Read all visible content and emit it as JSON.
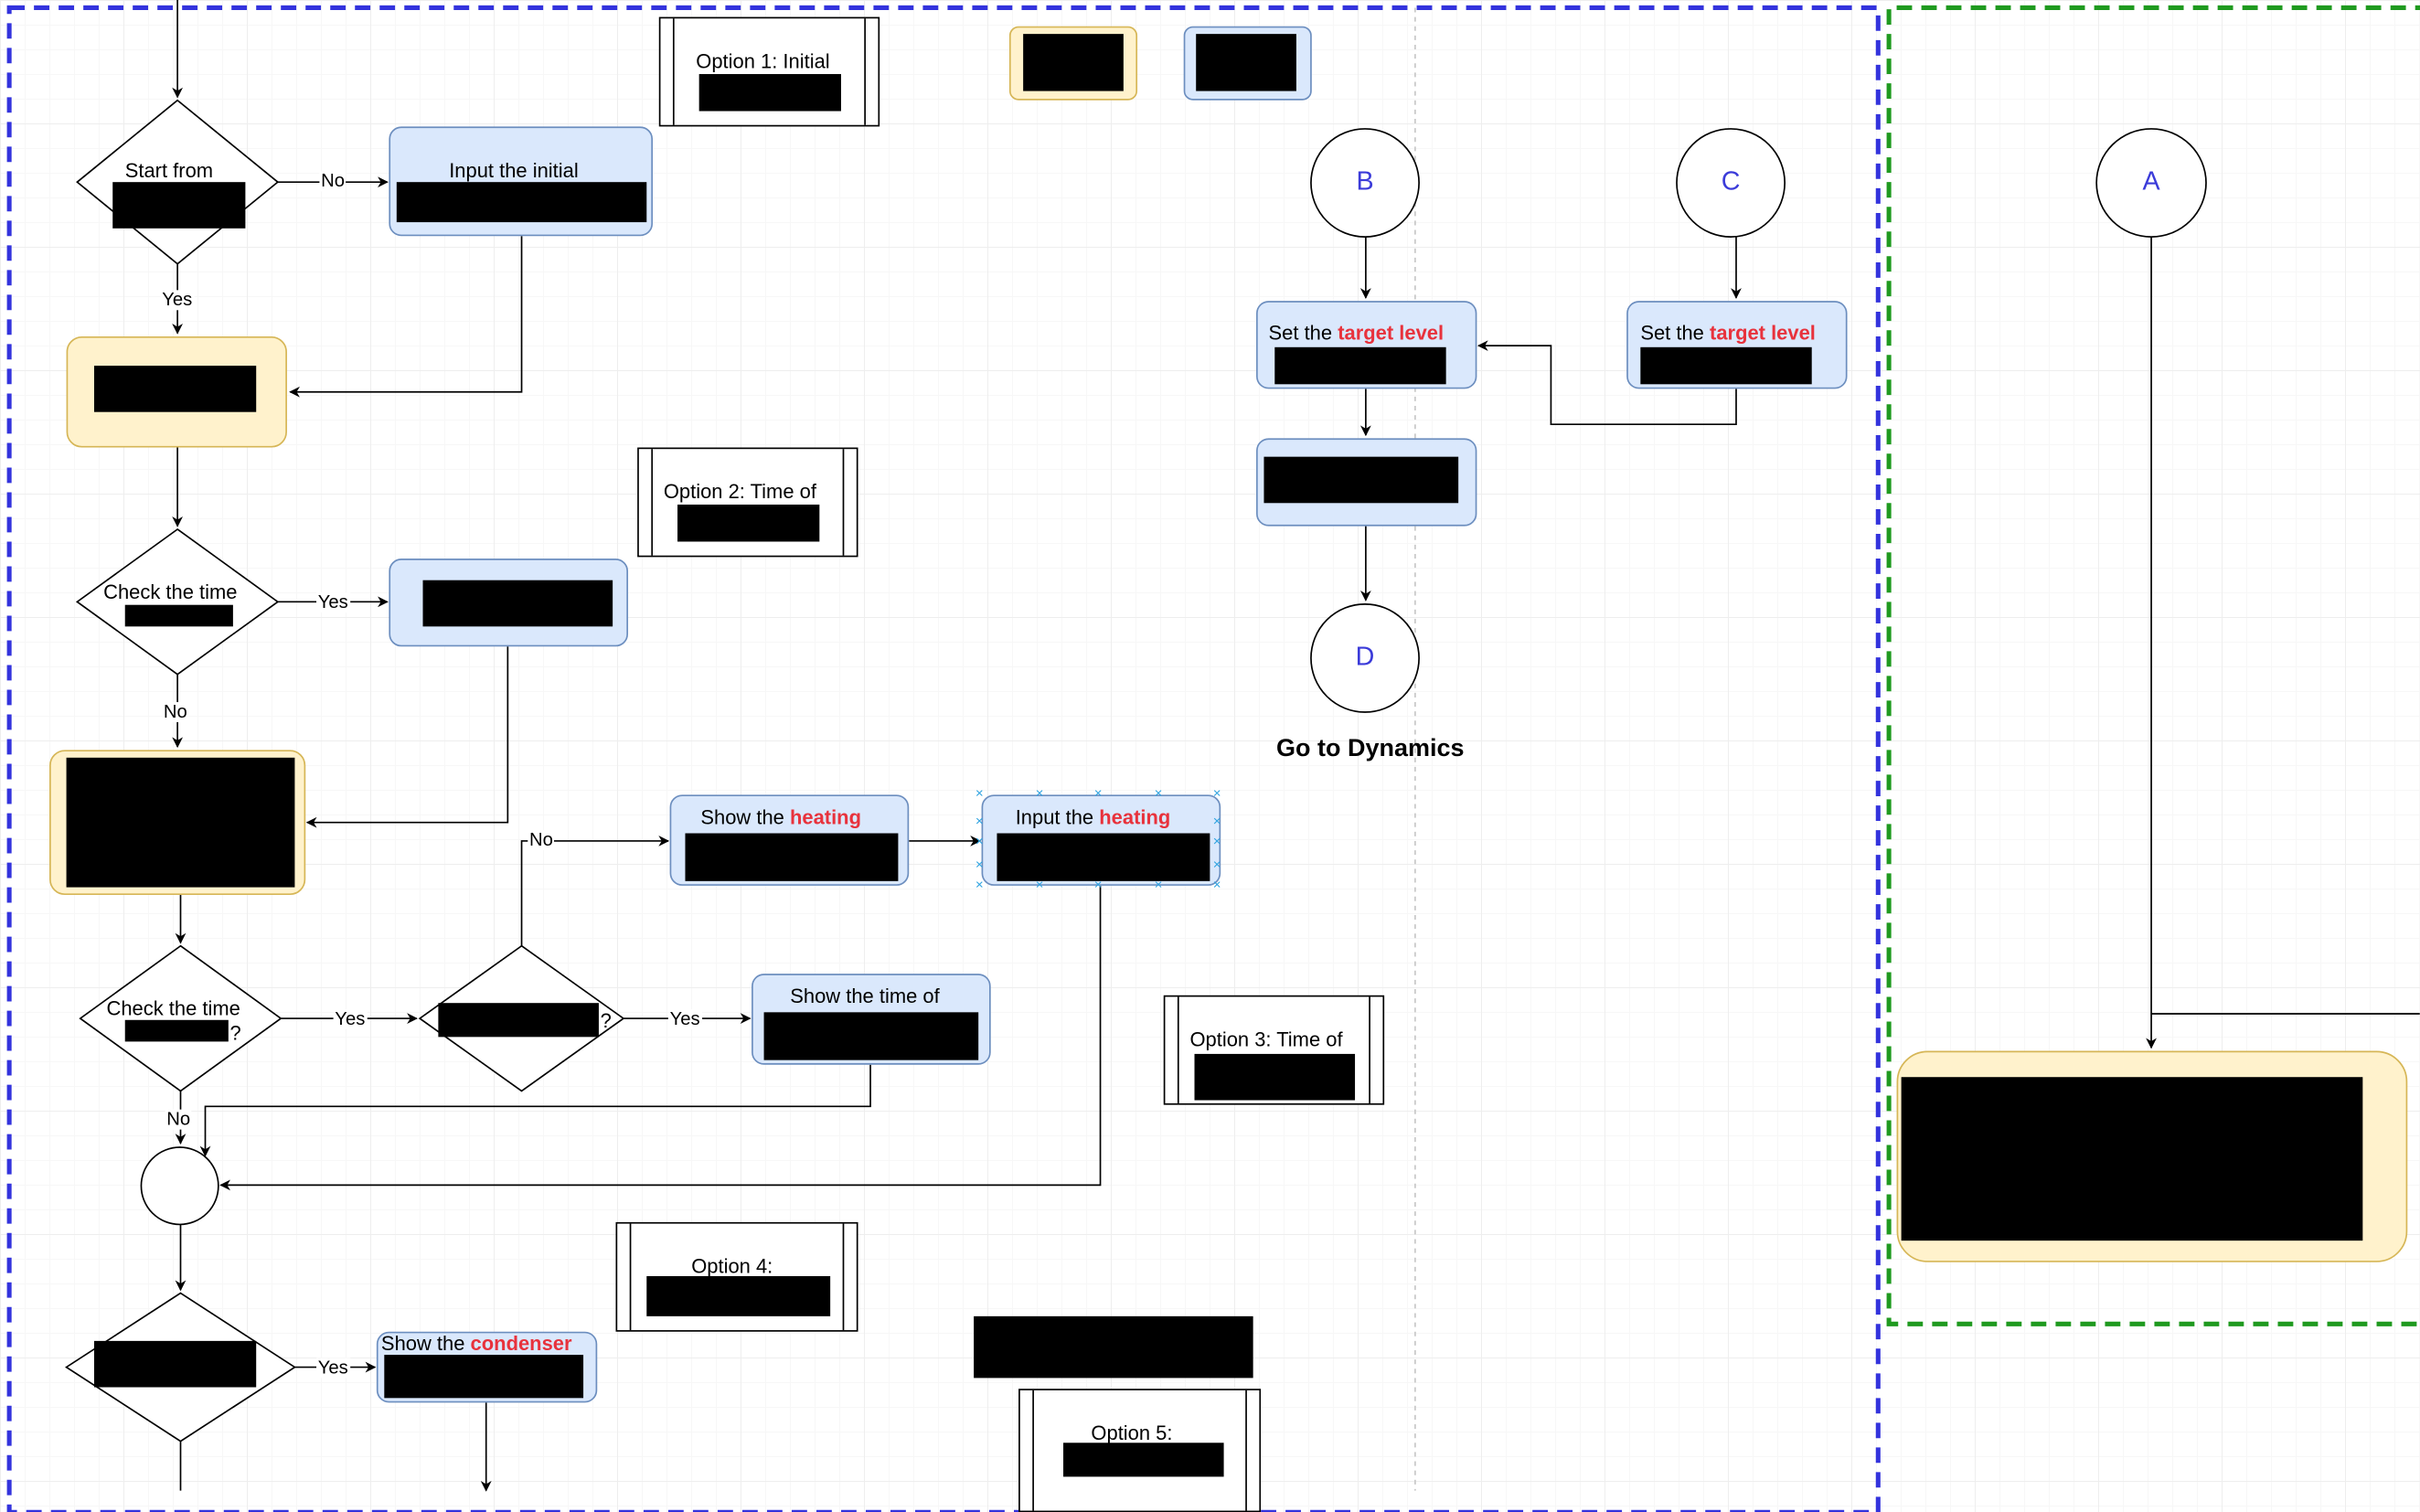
{
  "diagram": {
    "decisions": {
      "start_from": "Start from",
      "check_time_1": "Check the time",
      "check_time_2": "Check the time",
      "mid_decision_tail": "?",
      "check_time_2_tail": "?"
    },
    "edges": {
      "no_1": "No",
      "yes_1": "Yes",
      "yes_2": "Yes",
      "no_2": "No",
      "no_3": "No",
      "yes_3": "Yes",
      "yes_4": "Yes",
      "no_4": "No",
      "yes_5": "Yes"
    },
    "processes": {
      "input_initial": "Input the initial",
      "show_heating_prefix": "Show the",
      "show_heating_word": "heating",
      "input_heating_prefix": "Input the",
      "input_heating_word": "heating",
      "show_time_of": "Show the time of",
      "show_condenser_prefix": "Show the",
      "show_condenser_word": "condenser",
      "set_target_prefix_1": "Set the",
      "set_target_word_1": "target level",
      "set_target_prefix_2": "Set the",
      "set_target_word_2": "target level"
    },
    "options": {
      "option1": "Option 1: Initial",
      "option2": "Option 2: Time of",
      "option3": "Option 3: Time of",
      "option4": "Option 4:",
      "option5": "Option 5:"
    },
    "connectors": {
      "b": "B",
      "c": "C",
      "d": "D",
      "a": "A"
    },
    "go_to_dynamics": "Go to Dynamics",
    "colors": {
      "process_fill": "#dae8fc",
      "process_border": "#6c8ebf",
      "state_fill": "#fff2cc",
      "state_border": "#d6b656",
      "highlight_text": "#e8323c",
      "connector_text": "#3b3bd9",
      "blue_region": "#3333dd",
      "green_region": "#1f9a1f"
    }
  }
}
